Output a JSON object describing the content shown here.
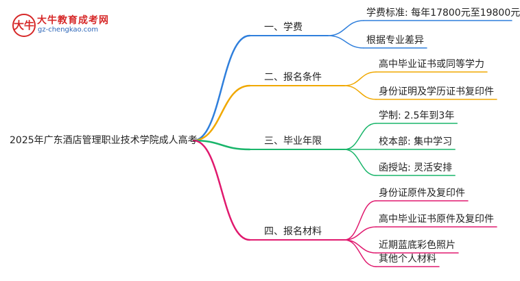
{
  "logo": {
    "badge_glyph": "大牛",
    "name": "大牛教育成考网",
    "domain": "gz-chengkao.com"
  },
  "root": "2025年广东酒店管理职业技术学院成人高考",
  "branches": [
    {
      "label": "一、学费",
      "color": "#2f7fdc",
      "leaves": [
        "学费标准: 每年17800元至19800元",
        "根据专业差异"
      ]
    },
    {
      "label": "二、报名条件",
      "color": "#f0a800",
      "leaves": [
        "高中毕业证书或同等学力",
        "身份证明及学历证书复印件"
      ]
    },
    {
      "label": "三、毕业年限",
      "color": "#19b56a",
      "leaves": [
        "学制: 2.5年到3年",
        "校本部: 集中学习",
        "函授站: 灵活安排"
      ]
    },
    {
      "label": "四、报名材料",
      "color": "#e0196e",
      "leaves": [
        "身份证原件及复印件",
        "高中毕业证书原件及复印件",
        "近期蓝底彩色照片",
        "其他个人材料"
      ]
    }
  ]
}
